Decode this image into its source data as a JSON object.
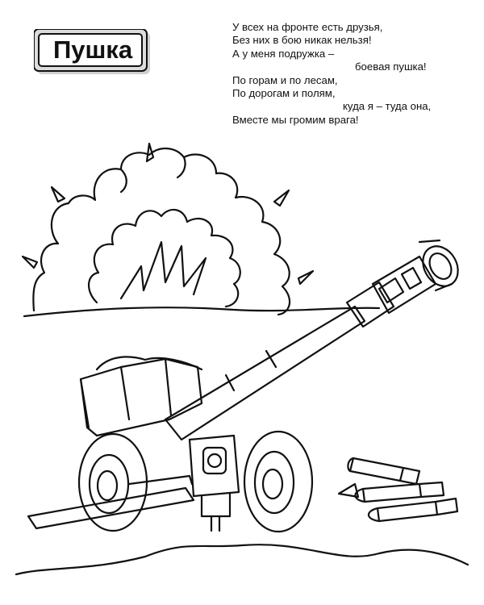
{
  "title": "Пушка",
  "poem": [
    "У всех на фронте есть друзья,",
    "Без них в бою никак нельзя!",
    "А у меня подружка –",
    "боевая пушка!",
    "По горам и по лесам,",
    "По дорогам и полям,",
    "куда я – туда она,",
    "Вместе мы громим врага!"
  ],
  "colors": {
    "ink": "#111111",
    "plate": "#d9d9d9",
    "background": "#ffffff"
  }
}
